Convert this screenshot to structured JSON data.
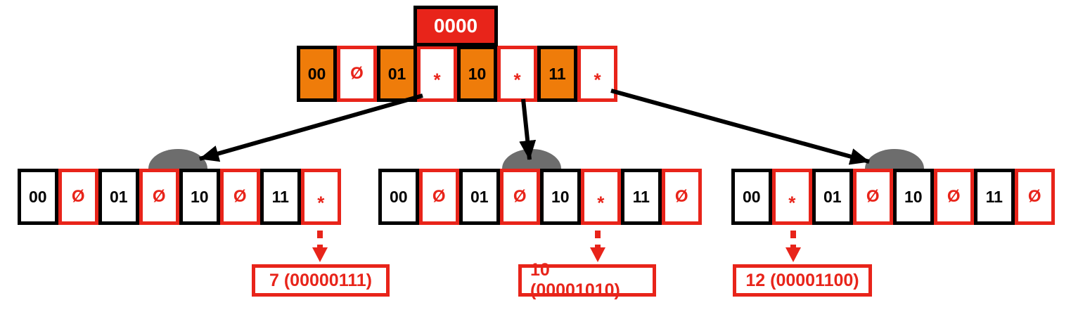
{
  "diagram": {
    "description": "radix-tree node diagram",
    "root": {
      "label": "0000",
      "cells": [
        {
          "text": "00",
          "type": "key"
        },
        {
          "text": "Ø",
          "type": "empty"
        },
        {
          "text": "01",
          "type": "key"
        },
        {
          "text": "*",
          "type": "ptr"
        },
        {
          "text": "10",
          "type": "key"
        },
        {
          "text": "*",
          "type": "ptr"
        },
        {
          "text": "11",
          "type": "key"
        },
        {
          "text": "*",
          "type": "ptr"
        }
      ]
    },
    "children": [
      {
        "position": "left",
        "cells": [
          {
            "text": "00",
            "type": "key"
          },
          {
            "text": "Ø",
            "type": "empty"
          },
          {
            "text": "01",
            "type": "key"
          },
          {
            "text": "Ø",
            "type": "empty"
          },
          {
            "text": "10",
            "type": "key"
          },
          {
            "text": "Ø",
            "type": "empty"
          },
          {
            "text": "11",
            "type": "key"
          },
          {
            "text": "*",
            "type": "ptr"
          }
        ],
        "leaf_label": "7 (00000111)"
      },
      {
        "position": "middle",
        "cells": [
          {
            "text": "00",
            "type": "key"
          },
          {
            "text": "Ø",
            "type": "empty"
          },
          {
            "text": "01",
            "type": "key"
          },
          {
            "text": "Ø",
            "type": "empty"
          },
          {
            "text": "10",
            "type": "key"
          },
          {
            "text": "*",
            "type": "ptr"
          },
          {
            "text": "11",
            "type": "key"
          },
          {
            "text": "Ø",
            "type": "empty"
          }
        ],
        "leaf_label": "10 (00001010)"
      },
      {
        "position": "right",
        "cells": [
          {
            "text": "00",
            "type": "key"
          },
          {
            "text": "*",
            "type": "ptr"
          },
          {
            "text": "01",
            "type": "key"
          },
          {
            "text": "Ø",
            "type": "empty"
          },
          {
            "text": "10",
            "type": "key"
          },
          {
            "text": "Ø",
            "type": "empty"
          },
          {
            "text": "11",
            "type": "key"
          },
          {
            "text": "Ø",
            "type": "empty"
          }
        ],
        "leaf_label": "12 (00001100)"
      }
    ],
    "colors": {
      "red": "#e8241a",
      "orange": "#ef7c0a",
      "gray": "#6d6d6d",
      "black": "#000000"
    }
  }
}
